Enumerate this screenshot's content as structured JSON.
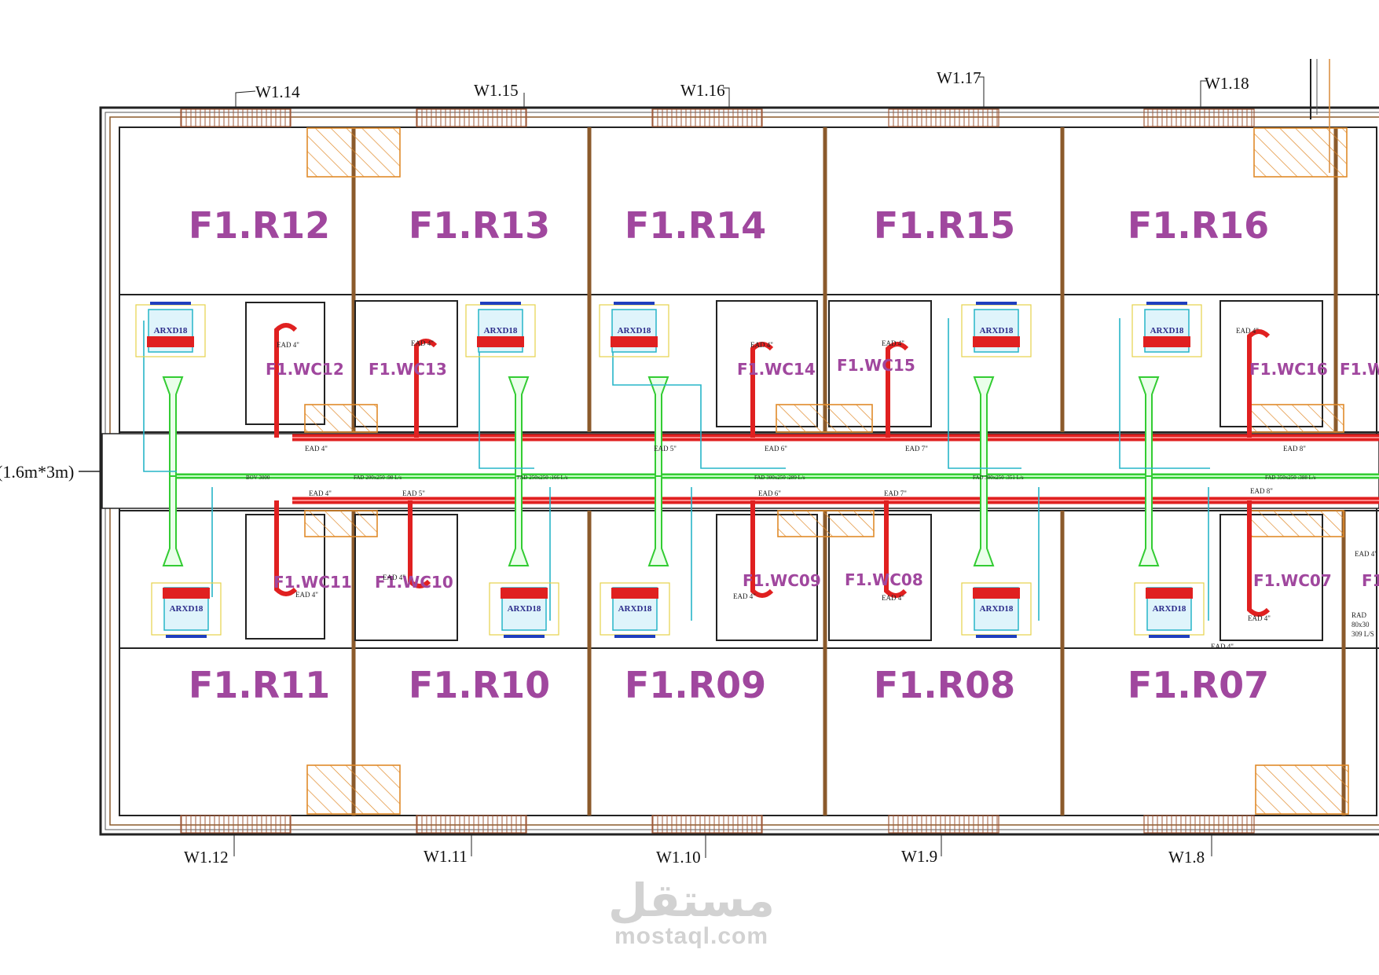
{
  "rooms_top": [
    "F1.R12",
    "F1.R13",
    "F1.R14",
    "F1.R15",
    "F1.R16"
  ],
  "rooms_bottom": [
    "F1.R11",
    "F1.R10",
    "F1.R09",
    "F1.R08",
    "F1.R07"
  ],
  "wcs_top": [
    "F1.WC12",
    "F1.WC13",
    "F1.WC14",
    "F1.WC15",
    "F1.WC16",
    "F1.W"
  ],
  "wcs_bottom": [
    "F1.WC11",
    "F1.WC10",
    "F1.WC09",
    "F1.WC08",
    "F1.WC07",
    "F1"
  ],
  "windows_top": [
    "W1.14",
    "W1.15",
    "W1.16",
    "W1.17",
    "W1.18"
  ],
  "windows_bottom": [
    "W1.12",
    "W1.11",
    "W1.10",
    "W1.9",
    "W1.8"
  ],
  "corridor_label": "(1.6m*3m)",
  "unit_label": "ARXD18",
  "duct_labels_upper": [
    "EAD 4\"",
    "EAD 5\"",
    "EAD 6\"",
    "EAD 7\"",
    "EAD 8\""
  ],
  "duct_labels_lower": [
    "EAD 4\"",
    "EAD 5\"",
    "EAD 6\"",
    "EAD 7\"",
    "EAD 8\""
  ],
  "wc_duct_label": "EAD 4\"",
  "fresh_air_labels": [
    "BOV 3000",
    "FAD 200x250 :98 L/s",
    "FAD 250x250 :166 L/s",
    "FAD 300x250 :289 L/s",
    "FAD 300x250 :351 L/s",
    "FAD 350x250 :388 L/s"
  ],
  "rad_label": [
    "RAD",
    "80x30",
    "309 L/S"
  ],
  "watermark_ar": "مستقل",
  "watermark_en": "mostaql.com",
  "colors": {
    "room_label": "#a0479e",
    "wall": "#8b5a2b",
    "exhaust_duct": "#e02020",
    "fresh_air_duct": "#33cc33",
    "pipe": "#27b5c8",
    "hatch": "#e08a2a",
    "window": "#a05a3a"
  }
}
